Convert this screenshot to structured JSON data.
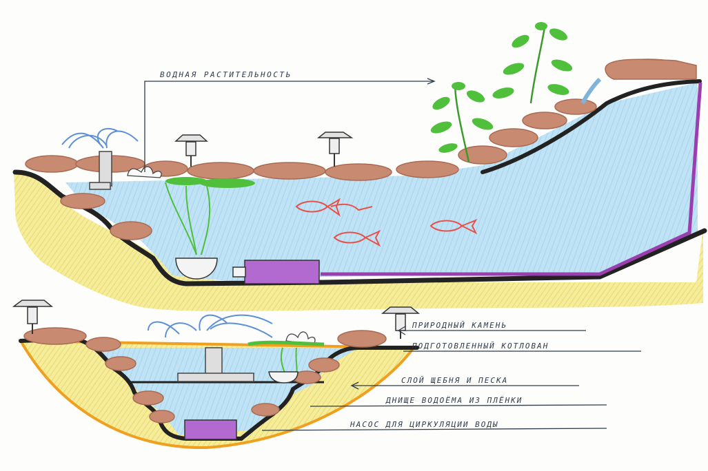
{
  "labels": {
    "aquatic_plants": "ВОДНАЯ РАСТИТЕЛЬНОСТЬ",
    "natural_stone": "ПРИРОДНЫЙ КАМЕНЬ",
    "prepared_pit": "ПОДГОТОВЛЕННЫЙ КОТЛОВАН",
    "gravel_sand_layer": "СЛОЙ ЩЕБНЯ И ПЕСКА",
    "film_bottom": "ДНИЩЕ ВОДОЁМА ИЗ ПЛЁНКИ",
    "circulation_pump": "НАСОС ДЛЯ ЦИРКУЛЯЦИИ ВОДЫ"
  },
  "colors": {
    "water": "#b9def2",
    "soil": "#f1e68f",
    "stone": "#c98a72",
    "film": "#2a2a2a",
    "hose": "#9b3fb0",
    "pump": "#b36ad0",
    "leaves": "#4fbf3c",
    "fountain": "#5b8fd6",
    "fish": "#e8504a",
    "pit_outline": "#f0a020"
  }
}
